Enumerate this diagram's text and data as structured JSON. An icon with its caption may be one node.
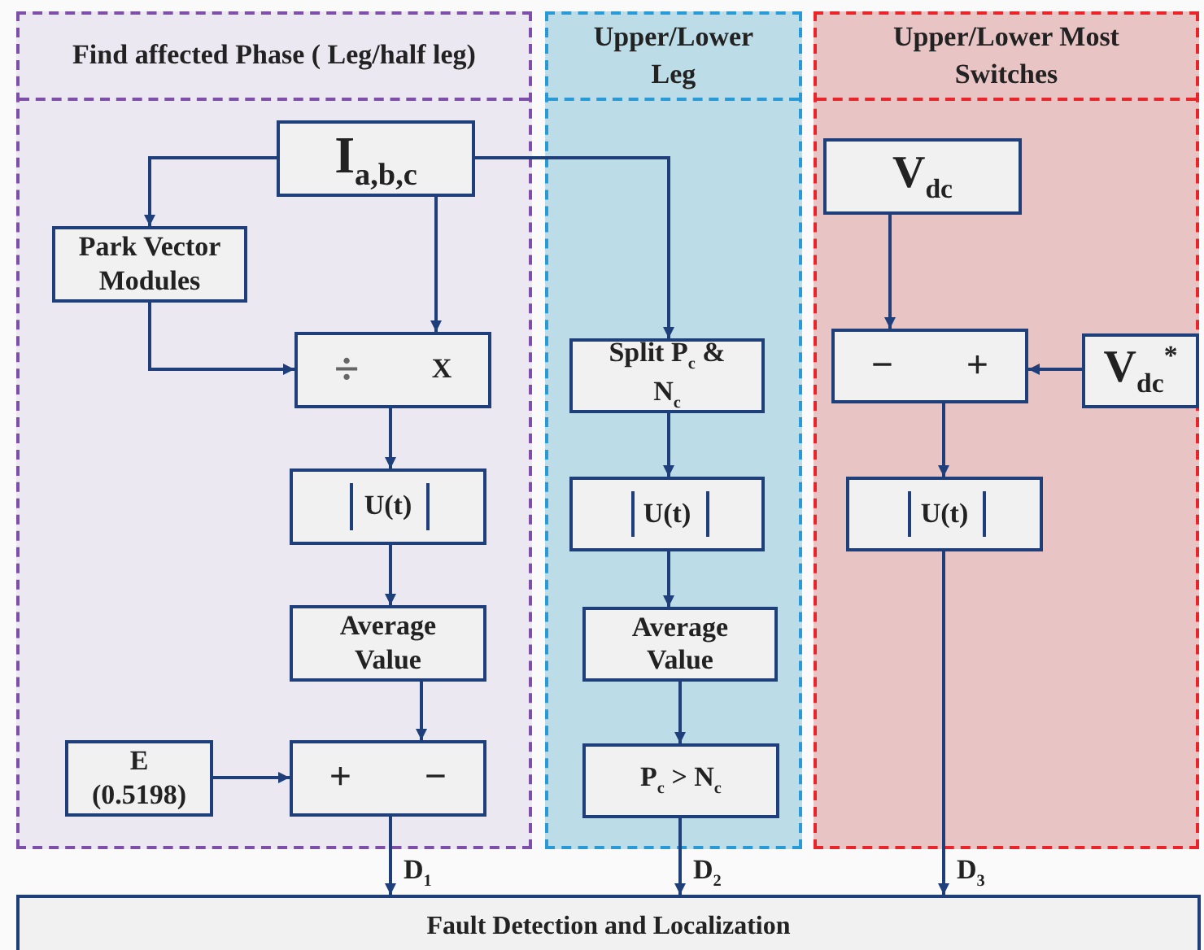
{
  "diagram": {
    "nodes": [
      {
        "text": [
          "Find affected Phase ( Leg/half leg)"
        ]
      },
      {
        "text": [
          "Upper/Lower Leg"
        ]
      },
      {
        "text": [
          "Upper/Lower Most Switches"
        ]
      },
      {
        "text": [
          "I$_{a,b,c}$"
        ],
        "in": 0
      },
      {
        "text": [
          "Park Vector Modules"
        ],
        "in": 0
      },
      {
        "text": [
          "÷",
          "X"
        ],
        "in": 0
      },
      {
        "text": [
          "U(t)"
        ],
        "in": 0
      },
      {
        "text": [
          "Average Value"
        ],
        "in": 0
      },
      {
        "text": [
          "E (0.5198)"
        ],
        "in": 0
      },
      {
        "text": [
          "+",
          "−"
        ],
        "in": 0
      },
      {
        "text": [
          "Split P$_{c}$ & N$_{c}$"
        ],
        "in": 1
      },
      {
        "text": [
          "U(t)"
        ],
        "in": 1
      },
      {
        "text": [
          "Average Value"
        ],
        "in": 1
      },
      {
        "text": [
          "P$_{c}$ > N$_{c}$"
        ],
        "in": 1
      },
      {
        "text": [
          "V$_{dc}$"
        ],
        "in": 2
      },
      {
        "text": [
          "−",
          "+"
        ],
        "in": 2
      },
      {
        "text": [
          "V$_{dc}$$^{*}$"
        ],
        "in": 2
      },
      {
        "text": [
          "U(t)"
        ],
        "in": 2
      },
      {
        "text": [
          "Fault Detection and Localization"
        ]
      }
    ],
    "edges": [
      {
        "from": 3,
        "to": 4,
        "arrow": "to"
      },
      {
        "from": 3,
        "to": 5,
        "arrow": "to"
      },
      {
        "from": 3,
        "to": 10,
        "arrow": "to"
      },
      {
        "from": 4,
        "to": 5,
        "arrow": "to"
      },
      {
        "from": 5,
        "to": 6,
        "arrow": "to"
      },
      {
        "from": 6,
        "to": 7,
        "arrow": "to"
      },
      {
        "from": 7,
        "to": 9,
        "arrow": "to"
      },
      {
        "from": 8,
        "to": 9,
        "arrow": "to"
      },
      {
        "from": 9,
        "to": 18,
        "arrow": "to",
        "label": "D$_{1}$"
      },
      {
        "from": 10,
        "to": 11,
        "arrow": "to"
      },
      {
        "from": 11,
        "to": 12,
        "arrow": "to"
      },
      {
        "from": 12,
        "to": 13,
        "arrow": "to"
      },
      {
        "from": 13,
        "to": 18,
        "arrow": "to",
        "label": "D$_{2}$"
      },
      {
        "from": 14,
        "to": 15,
        "arrow": "to"
      },
      {
        "from": 16,
        "to": 15,
        "arrow": "to"
      },
      {
        "from": 15,
        "to": 17,
        "arrow": "to"
      },
      {
        "from": 17,
        "to": 18,
        "arrow": "to",
        "label": "D$_{3}$"
      }
    ]
  }
}
